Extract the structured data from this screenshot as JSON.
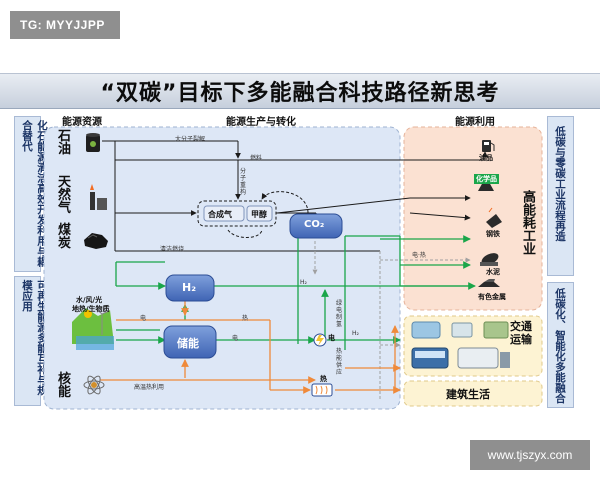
{
  "badge": "TG: MYYJJPP",
  "watermark": "www.tjszyx.com",
  "title": "“双碳”目标下多能融合科技路径新思考",
  "headers": {
    "resources": "能源资源",
    "production": "能源生产与转化",
    "use": "能源利用"
  },
  "left_panels": {
    "top": "化石能源清洁高效开发利用与耦合替代",
    "bottom": "可再生能源多能互补与规模应用"
  },
  "right_panels": {
    "top": "低碳与零碳工业流程再造",
    "bottom": "低碳化、智能化多能融合"
  },
  "resources": {
    "oil": "石油",
    "gas": "天然气",
    "coal": "煤炭",
    "renewables_line1": "水/风/光",
    "renewables_line2": "地热/生物质",
    "nuclear": "核能"
  },
  "nodes": {
    "syngas": "合成气",
    "methanol": "甲醇",
    "co2": "CO₂",
    "h2": "H₂",
    "storage": "储能",
    "electricity": "电",
    "heat": "热"
  },
  "flow_labels": {
    "macromolecule": "大分子裂解",
    "clean_combustion": "清洁燃烧",
    "fuel": "燃料",
    "petrochem": "分子重构",
    "h2_small": "H₂",
    "h2_small_2": "H₂",
    "electricity": "电",
    "heat": "热",
    "elec_heat": "电·热",
    "green_power": "绿电制氢",
    "heat_supply": "热能供应",
    "high_temp_heat": "高温热利用",
    "storage_to_elec": "电"
  },
  "industry": {
    "title": "高能耗工业",
    "items": [
      "油品",
      "化学品",
      "钢铁",
      "水泥",
      "有色金属"
    ]
  },
  "transport": {
    "title": "交通运输"
  },
  "building": {
    "title": "建筑生活"
  },
  "colors": {
    "production_bg": "#dde7f6",
    "use_bg": "#fbe1d2",
    "green": "#1aa64a",
    "orange": "#ef8a3b",
    "dark": "#1b1b1b",
    "dashed": "#a0a0a0"
  }
}
